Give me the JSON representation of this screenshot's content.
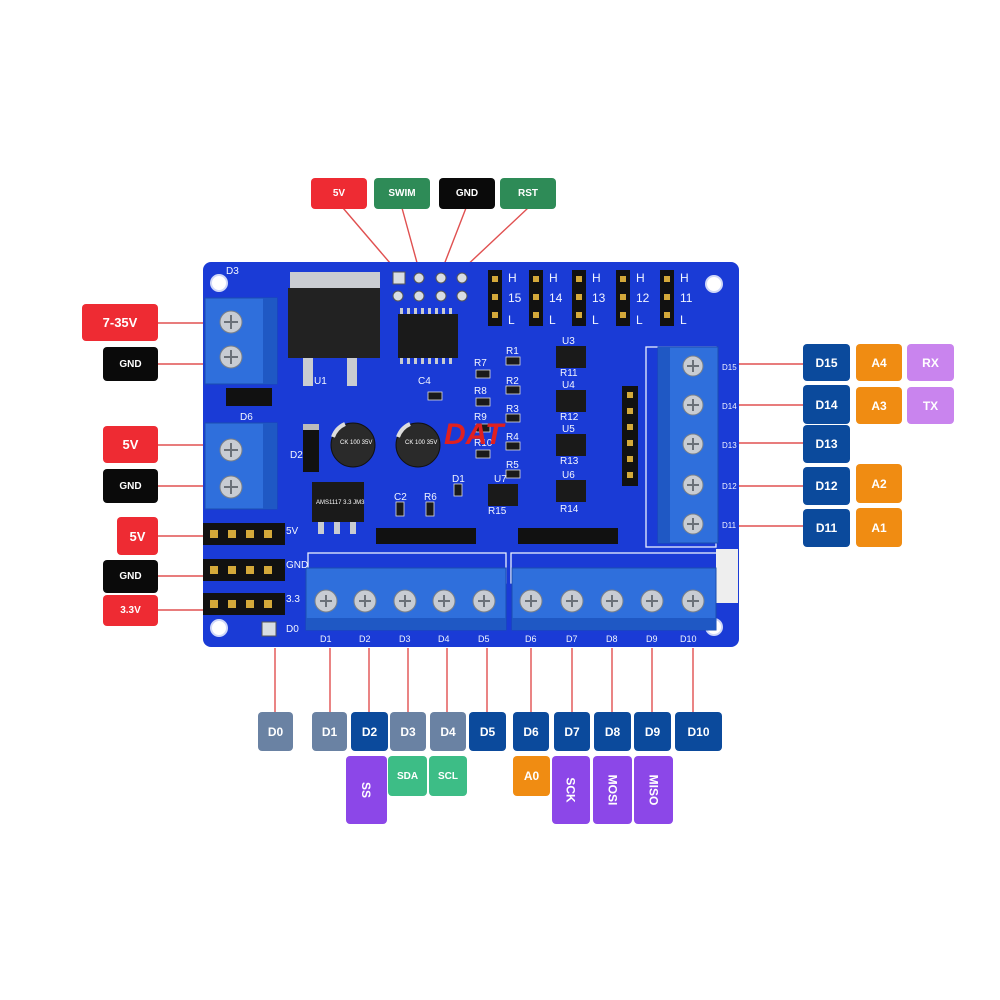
{
  "colors": {
    "red": "#ee2b33",
    "green": "#2e8b57",
    "black": "#0a0a0a",
    "navy": "#0b4a9c",
    "slate": "#6a82a3",
    "orange": "#f08c12",
    "violet": "#8c47e8",
    "lavender": "#c984ee",
    "mint": "#3dbd86",
    "pcb": "#1a3bd6",
    "terminal": "#2f6fdc",
    "leader": "#e05050"
  },
  "top_pins": {
    "pin_5v": "5V",
    "pin_swim": "SWIM",
    "pin_gnd": "GND",
    "pin_rst": "RST"
  },
  "left_pins": {
    "power_in": "7-35V",
    "power_gnd": "GND",
    "aux_5v": "5V",
    "aux_gnd": "GND",
    "header_5v": "5V",
    "header_gnd": "GND",
    "header_3v3": "3.3V"
  },
  "right_pins": {
    "d15": "D15",
    "a4": "A4",
    "rx": "RX",
    "d14": "D14",
    "a3": "A3",
    "tx": "TX",
    "d13": "D13",
    "d12": "D12",
    "a2": "A2",
    "d11": "D11",
    "a1": "A1"
  },
  "bottom_pins": {
    "d0": "D0",
    "d1": "D1",
    "d2": "D2",
    "d3": "D3",
    "d4": "D4",
    "d5": "D5",
    "d6": "D6",
    "d7": "D7",
    "d8": "D8",
    "d9": "D9",
    "d10": "D10",
    "ss": "SS",
    "sda": "SDA",
    "scl": "SCL",
    "a0": "A0",
    "sck": "SCK",
    "mosi": "MOSI",
    "miso": "MISO"
  },
  "board": {
    "d3": "D3",
    "u1": "U1",
    "c4": "C4",
    "d6": "D6",
    "d2": "D2",
    "cap1": "CK 100 35V",
    "cap2": "CK 100 35V",
    "r7": "R7",
    "r8": "R8",
    "r9": "R9",
    "r10": "R10",
    "r1": "R1",
    "r2": "R2",
    "r3": "R3",
    "r4": "R4",
    "r5": "R5",
    "u3": "U3",
    "u4": "U4",
    "u5": "U5",
    "u6": "U6",
    "u7": "U7",
    "r11": "R11",
    "r12": "R12",
    "r13": "R13",
    "r14": "R14",
    "r15": "R15",
    "c2": "C2",
    "r6": "R6",
    "d1": "D1",
    "reg": "AMS1117 3.3 JM3",
    "logo": "DAT",
    "silk_5v": "5V",
    "silk_gnd": "GND",
    "silk_33": "3.3",
    "silk_d0": "D0",
    "h": "H",
    "l": "L",
    "jp15": "15",
    "jp14": "14",
    "jp13": "13",
    "jp12": "12",
    "jp11": "11",
    "r_d15": "D15",
    "r_d14": "D14",
    "r_d13": "D13",
    "r_d12": "D12",
    "r_d11": "D11",
    "b_d1": "D1",
    "b_d2": "D2",
    "b_d3": "D3",
    "b_d4": "D4",
    "b_d5": "D5",
    "b_d6": "D6",
    "b_d7": "D7",
    "b_d8": "D8",
    "b_d9": "D9",
    "b_d10": "D10"
  }
}
